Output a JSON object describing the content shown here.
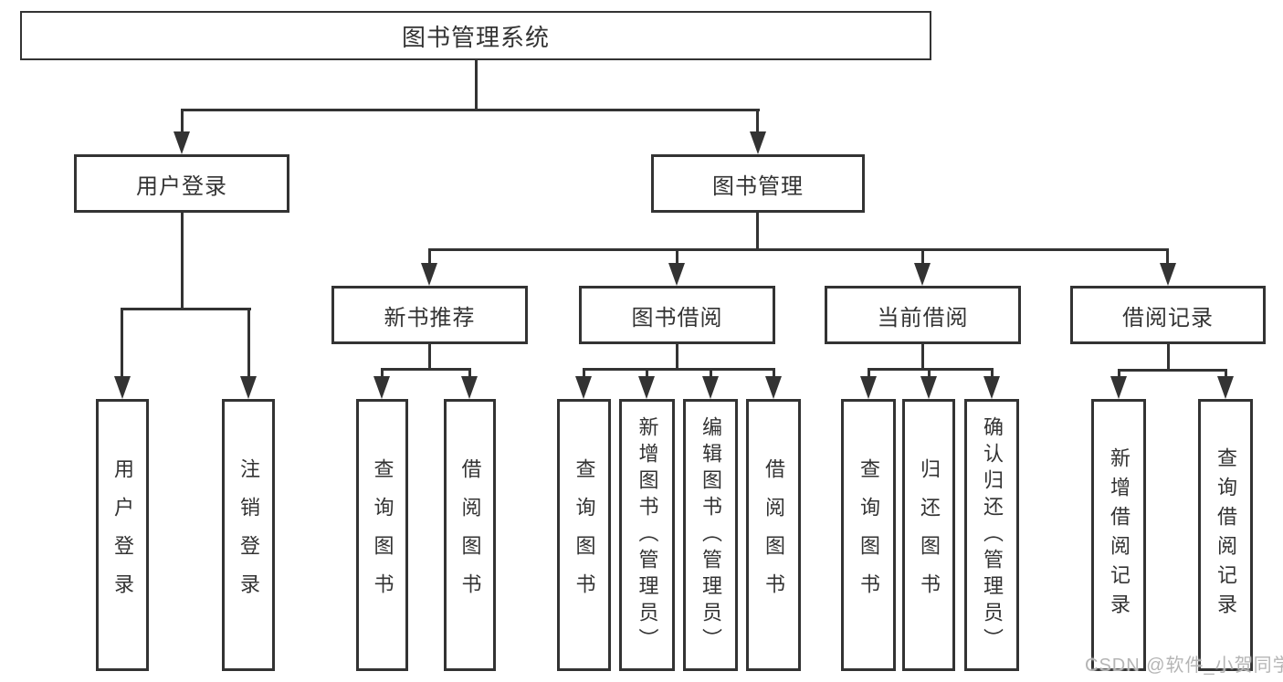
{
  "diagram": {
    "root": {
      "label": "图书管理系统"
    },
    "level2": [
      {
        "label": "用户登录"
      },
      {
        "label": "图书管理"
      }
    ],
    "level3": [
      {
        "label": "新书推荐"
      },
      {
        "label": "图书借阅"
      },
      {
        "label": "当前借阅"
      },
      {
        "label": "借阅记录"
      }
    ],
    "level4": {
      "user_login": [
        "用户登录",
        "注销登录"
      ],
      "new_book_recommend": [
        "查询图书",
        "借阅图书"
      ],
      "book_borrowing": [
        "查询图书",
        "新增图书（管理员）",
        "编辑图书（管理员）",
        "借阅图书"
      ],
      "current_borrowing": [
        "查询图书",
        "归还图书",
        "确认归还（管理员）"
      ],
      "borrowing_records": [
        "新增借阅记录",
        "查询借阅记录"
      ]
    }
  },
  "watermark": {
    "text": "CSDN @软件_小贺同学",
    "color": "#b5b5b5"
  },
  "colors": {
    "line": "#333333",
    "text": "#333333",
    "background": "#ffffff"
  }
}
